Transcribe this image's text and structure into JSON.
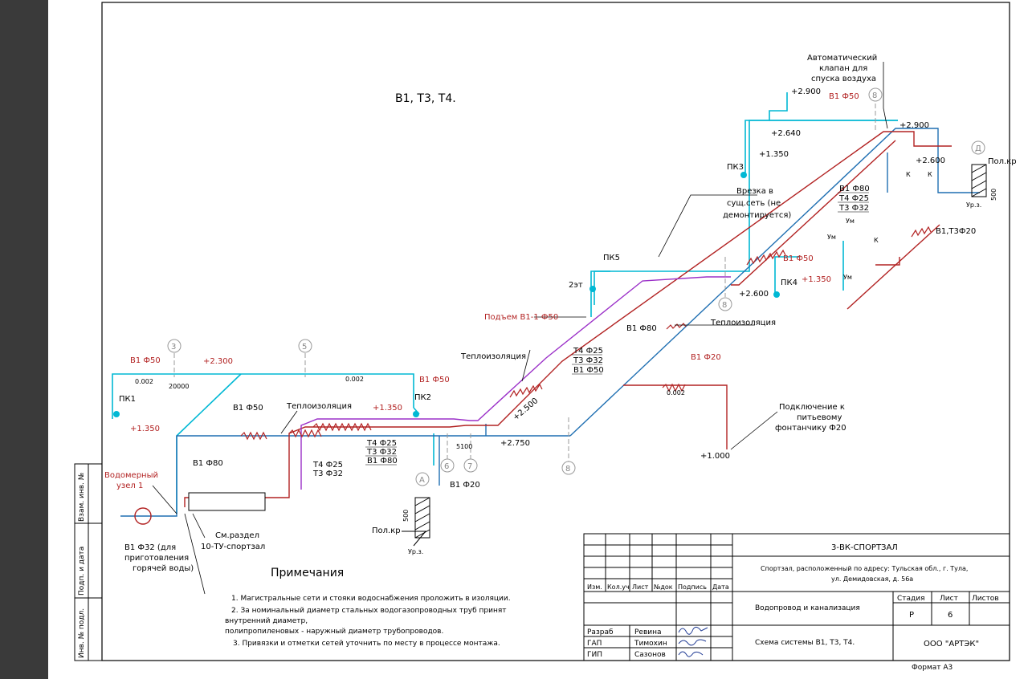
{
  "drawing": {
    "main_title": "В1, Т3, Т4.",
    "colors": {
      "cyan": "#00b8d4",
      "blue": "#1f6fb2",
      "red": "#b22222",
      "purple": "#9b30c8",
      "black": "#000000"
    },
    "axes": [
      "3",
      "5",
      "6",
      "7",
      "8",
      "8",
      "8",
      "А",
      "Д"
    ],
    "labels": {
      "auto_valve": [
        "Автоматический",
        "клапан для",
        "спуска воздуха"
      ],
      "vrezka": [
        "Врезка в",
        "сущ.сеть (не",
        "демонтируется)"
      ],
      "water_meter": [
        "Водомерный",
        "узел 1"
      ],
      "hot_water": [
        "В1 Ф32 (для",
        "приготовления",
        "горячей воды)"
      ],
      "sm_razdel": [
        "См.раздел",
        "10-ТУ-спортзал"
      ],
      "fountain": [
        "Подключение к",
        "питьевому",
        "фонтанчику Ф20"
      ],
      "insulation": "Теплоизоляция",
      "riser": "Подъем В1-1 Ф50",
      "floor2": "2эт",
      "pol_kr": "Пол.кр",
      "ur_z": "Ур.з.",
      "v1t3": "В1,Т3Ф20",
      "slope": "0.002",
      "dim_20000": "20000",
      "dim_5100": "5100",
      "dim_500": "500"
    },
    "pipe_labels": {
      "v1_50": "В1 Ф50",
      "v1_80": "В1 Ф80",
      "v1_20": "В1 Ф20",
      "t4_25": "Т4 Ф25",
      "t3_32": "Т3 Ф32",
      "pk1": "ПК1",
      "pk2": "ПК2",
      "pk3": "ПК3",
      "pk4": "ПК4",
      "pk5": "ПК5",
      "um": "Ум",
      "k": "К"
    },
    "elevations": [
      "+2.900",
      "+2.640",
      "+1.350",
      "+2.900",
      "+2.600",
      "+2.600",
      "+1.350",
      "+2.300",
      "+1.350",
      "+1.350",
      "+2.500",
      "+2.750",
      "+1.000"
    ]
  },
  "notes": {
    "title": "Примечания",
    "items": [
      "1. Магистральные сети и стояки водоснабжения проложить в изоляции.",
      "2. За номинальный диаметр стальных водогазопроводных труб принят",
      "внутренний диаметр,",
      "полипропиленовых - наружный диаметр трубопроводов.",
      "3. Привязки и отметки сетей уточнить по месту в процессе монтажа."
    ]
  },
  "side_stamp": [
    "Взам. инв. №",
    "Подп. и дата",
    "Инв. № подл."
  ],
  "titleblock": {
    "code": "3-ВК-СПОРТЗАЛ",
    "address_line1": "Спортзал, расположенный по адресу: Тульская обл., г. Тула,",
    "address_line2": "ул. Демидовская, д. 56а",
    "headers": [
      "Изм.",
      "Кол.уч",
      "Лист",
      "№док",
      "Подпись",
      "Дата"
    ],
    "roles": [
      "Разраб",
      "ГАП",
      "ГИП"
    ],
    "names": [
      "Ревина",
      "Тимохин",
      "Сазонов"
    ],
    "section": "Водопровод и канализация",
    "sheet_title": "Схема системы В1, Т3, Т4.",
    "stage_h": "Стадия",
    "sheet_h": "Лист",
    "sheets_h": "Листов",
    "stage": "Р",
    "sheet_no": "6",
    "sheets": "",
    "company": "ООО \"АРТЭК\"",
    "format": "Формат А3"
  }
}
